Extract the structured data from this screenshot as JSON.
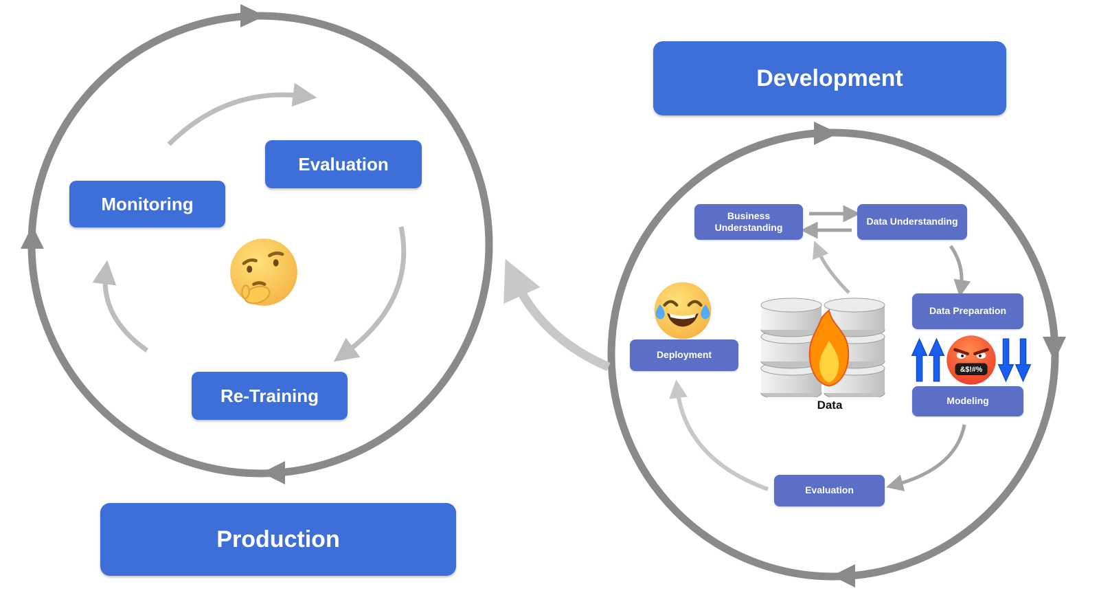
{
  "colors": {
    "primary_blue": "#3e6fd8",
    "node_blue": "#5b6fc6",
    "ring_gray": "#8a8a8a",
    "light_arrow_gray": "#c8c8c8",
    "rage_arrow_blue": "#1a5ef0"
  },
  "production": {
    "title": "Production",
    "monitoring": "Monitoring",
    "evaluation": "Evaluation",
    "retraining": "Re-Training"
  },
  "development": {
    "title": "Development",
    "business_understanding": "Business Understanding",
    "data_understanding": "Data Understanding",
    "data_preparation": "Data Preparation",
    "modeling": "Modeling",
    "evaluation": "Evaluation",
    "deployment": "Deployment",
    "data_label": "Data",
    "censored_text": "&$!#%"
  },
  "emojis": {
    "thinking": "thinking-face",
    "joy": "face-with-tears-of-joy",
    "rage": "face-with-symbols-on-mouth",
    "fire": "fire"
  }
}
